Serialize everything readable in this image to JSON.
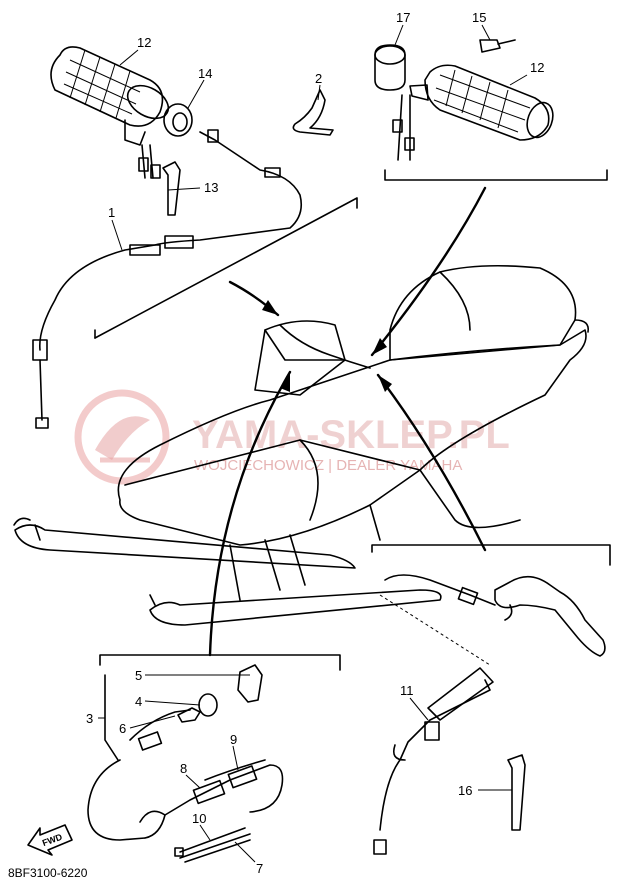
{
  "diagram": {
    "part_code": "8BF3100-6220",
    "direction_label": "FWD",
    "callouts": [
      "1",
      "2",
      "3",
      "4",
      "5",
      "6",
      "7",
      "8",
      "9",
      "10",
      "11",
      "12",
      "12",
      "13",
      "14",
      "15",
      "16",
      "17"
    ]
  },
  "watermark": {
    "brand": "YAMA-SKLEP.PL",
    "tagline": "WOJCIECHOWICZ | DEALER YAMAHA",
    "color": "#e07878"
  }
}
